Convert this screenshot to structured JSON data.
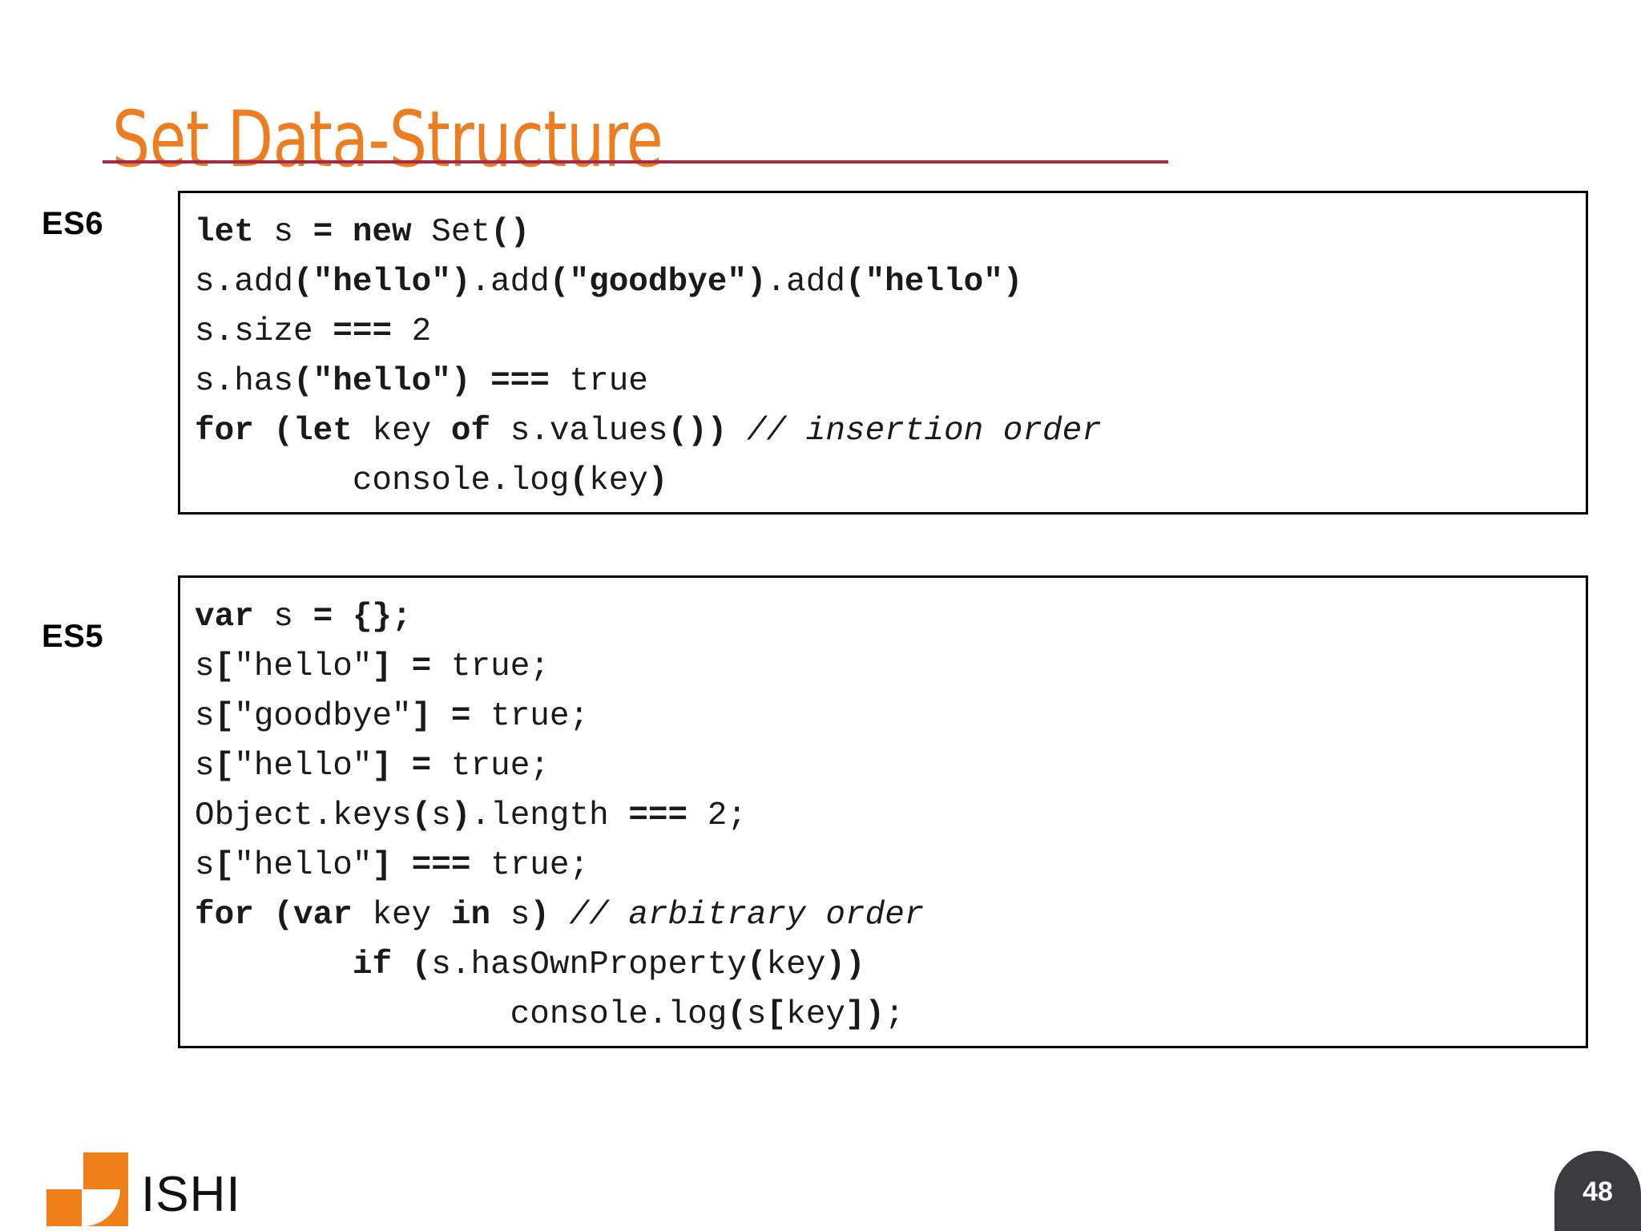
{
  "slide": {
    "title": "Set Data-Structure",
    "page_number": "48",
    "accent_color": "#ED7D1F",
    "rule_color": "#A62A43",
    "badge_color": "#3B3B40",
    "logo_color": "#F07F1A"
  },
  "labels": {
    "es6": "ES6",
    "es5": "ES5"
  },
  "logo": {
    "text": "ISHI"
  },
  "code_es6": {
    "lines": [
      [
        {
          "t": "let",
          "s": "b"
        },
        {
          "t": " s ",
          "s": "n"
        },
        {
          "t": "= new",
          "s": "b"
        },
        {
          "t": " Set",
          "s": "n"
        },
        {
          "t": "()",
          "s": "b"
        }
      ],
      [
        {
          "t": "s.add",
          "s": "n"
        },
        {
          "t": "(\"hello\")",
          "s": "b"
        },
        {
          "t": ".add",
          "s": "n"
        },
        {
          "t": "(\"goodbye\")",
          "s": "b"
        },
        {
          "t": ".add",
          "s": "n"
        },
        {
          "t": "(\"hello\")",
          "s": "b"
        }
      ],
      [
        {
          "t": "s.size ",
          "s": "n"
        },
        {
          "t": "===",
          "s": "b"
        },
        {
          "t": " 2",
          "s": "n"
        }
      ],
      [
        {
          "t": "s.has",
          "s": "n"
        },
        {
          "t": "(\"hello\")",
          "s": "b"
        },
        {
          "t": " ",
          "s": "n"
        },
        {
          "t": "===",
          "s": "b"
        },
        {
          "t": " true",
          "s": "n"
        }
      ],
      [
        {
          "t": "for (let",
          "s": "b"
        },
        {
          "t": " key ",
          "s": "n"
        },
        {
          "t": "of",
          "s": "b"
        },
        {
          "t": " s.values",
          "s": "n"
        },
        {
          "t": "())",
          "s": "b"
        },
        {
          "t": " ",
          "s": "n"
        },
        {
          "t": "// insertion order",
          "s": "c"
        }
      ],
      [
        {
          "t": "        console.log",
          "s": "n"
        },
        {
          "t": "(",
          "s": "b"
        },
        {
          "t": "key",
          "s": "n"
        },
        {
          "t": ")",
          "s": "b"
        }
      ]
    ]
  },
  "code_es5": {
    "lines": [
      [
        {
          "t": "var",
          "s": "b"
        },
        {
          "t": " s ",
          "s": "n"
        },
        {
          "t": "= {};",
          "s": "b"
        }
      ],
      [
        {
          "t": "s",
          "s": "n"
        },
        {
          "t": "[",
          "s": "b"
        },
        {
          "t": "\"hello\"",
          "s": "n"
        },
        {
          "t": "]",
          "s": "b"
        },
        {
          "t": " ",
          "s": "n"
        },
        {
          "t": "=",
          "s": "b"
        },
        {
          "t": " true;",
          "s": "n"
        }
      ],
      [
        {
          "t": "s",
          "s": "n"
        },
        {
          "t": "[",
          "s": "b"
        },
        {
          "t": "\"goodbye\"",
          "s": "n"
        },
        {
          "t": "]",
          "s": "b"
        },
        {
          "t": " ",
          "s": "n"
        },
        {
          "t": "=",
          "s": "b"
        },
        {
          "t": " true;",
          "s": "n"
        }
      ],
      [
        {
          "t": "s",
          "s": "n"
        },
        {
          "t": "[",
          "s": "b"
        },
        {
          "t": "\"hello\"",
          "s": "n"
        },
        {
          "t": "]",
          "s": "b"
        },
        {
          "t": " ",
          "s": "n"
        },
        {
          "t": "=",
          "s": "b"
        },
        {
          "t": " true;",
          "s": "n"
        }
      ],
      [
        {
          "t": "Object.keys",
          "s": "n"
        },
        {
          "t": "(",
          "s": "b"
        },
        {
          "t": "s",
          "s": "n"
        },
        {
          "t": ")",
          "s": "b"
        },
        {
          "t": ".length ",
          "s": "n"
        },
        {
          "t": "===",
          "s": "b"
        },
        {
          "t": " 2;",
          "s": "n"
        }
      ],
      [
        {
          "t": "s",
          "s": "n"
        },
        {
          "t": "[",
          "s": "b"
        },
        {
          "t": "\"hello\"",
          "s": "n"
        },
        {
          "t": "]",
          "s": "b"
        },
        {
          "t": " ",
          "s": "n"
        },
        {
          "t": "===",
          "s": "b"
        },
        {
          "t": " true;",
          "s": "n"
        }
      ],
      [
        {
          "t": "for (var",
          "s": "b"
        },
        {
          "t": " key ",
          "s": "n"
        },
        {
          "t": "in",
          "s": "b"
        },
        {
          "t": " s",
          "s": "n"
        },
        {
          "t": ")",
          "s": "b"
        },
        {
          "t": " ",
          "s": "n"
        },
        {
          "t": "// arbitrary order",
          "s": "c"
        }
      ],
      [
        {
          "t": "        ",
          "s": "n"
        },
        {
          "t": "if (",
          "s": "b"
        },
        {
          "t": "s.hasOwnProperty",
          "s": "n"
        },
        {
          "t": "(",
          "s": "b"
        },
        {
          "t": "key",
          "s": "n"
        },
        {
          "t": "))",
          "s": "b"
        }
      ],
      [
        {
          "t": "                console.log",
          "s": "n"
        },
        {
          "t": "(",
          "s": "b"
        },
        {
          "t": "s",
          "s": "n"
        },
        {
          "t": "[",
          "s": "b"
        },
        {
          "t": "key",
          "s": "n"
        },
        {
          "t": "])",
          "s": "b"
        },
        {
          "t": ";",
          "s": "n"
        }
      ]
    ]
  }
}
